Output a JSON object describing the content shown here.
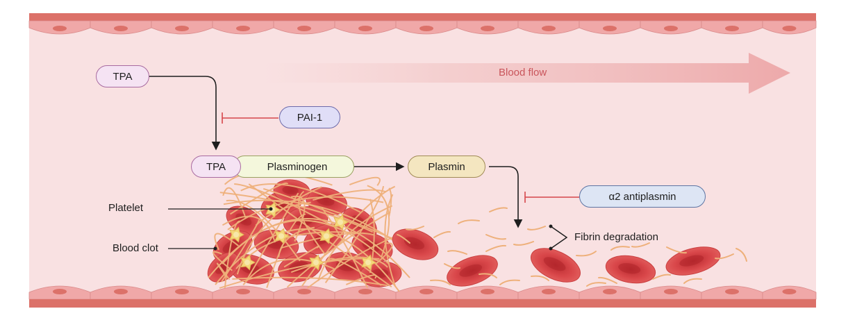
{
  "nodes": {
    "tpa_top": "TPA",
    "pai1": "PAI-1",
    "tpa_bound": "TPA",
    "plasminogen": "Plasminogen",
    "plasmin": "Plasmin",
    "antiplasmin": "α2 antiplasmin"
  },
  "labels": {
    "blood_flow": "Blood flow",
    "platelet": "Platelet",
    "blood_clot": "Blood clot",
    "fibrin_degradation": "Fibrin degradation"
  },
  "colors": {
    "vessel_lumen": "#f9e1e2",
    "vessel_wall": "#dc7169",
    "endothelium": "#f0a8a8",
    "red_cell": "#dc4d4b",
    "fibrin": "#eeb07a",
    "platelet": "#f4d77a",
    "inhibition": "#d6454a",
    "tpa_fill": "#f5e3f3",
    "pai1_fill": "#e0def7",
    "plasminogen_fill": "#f4f7dc",
    "plasmin_fill": "#f4e6c0",
    "antiplasmin_fill": "#dde5f4"
  }
}
